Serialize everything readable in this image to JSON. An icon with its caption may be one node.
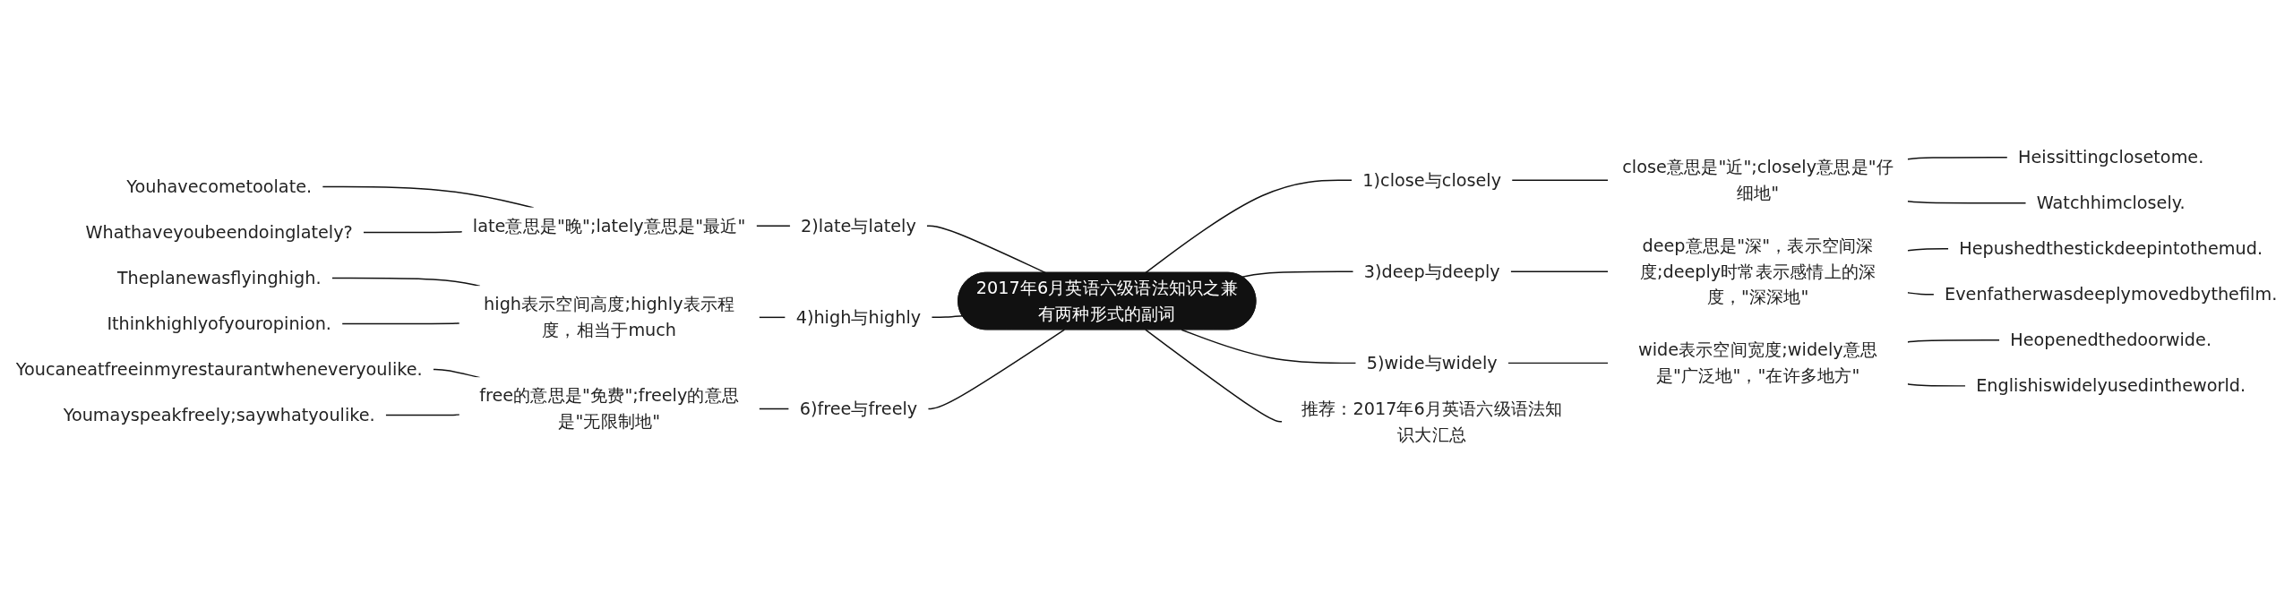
{
  "diagram": {
    "nodes": [
      {
        "text": [
          "2017年6月英语六级语法知识之兼有两种形式的副词"
        ]
      },
      {
        "text": [
          "1)close与closely"
        ]
      },
      {
        "text": [
          "close意思是\"近\";closely意思是\"仔细地\""
        ]
      },
      {
        "text": [
          "Heissittingclosetome."
        ]
      },
      {
        "text": [
          "Watchhimclosely."
        ]
      },
      {
        "text": [
          "2)late与lately"
        ]
      },
      {
        "text": [
          "late意思是\"晚\";lately意思是\"最近\""
        ]
      },
      {
        "text": [
          "Youhavecometoolate."
        ]
      },
      {
        "text": [
          "Whathaveyoubeendoinglately?"
        ]
      },
      {
        "text": [
          "3)deep与deeply"
        ]
      },
      {
        "text": [
          "deep意思是\"深\"，表示空间深度;deeply时常表示感情上的深度，\"深深地\""
        ]
      },
      {
        "text": [
          "Hepushedthestickdeepintothemud."
        ]
      },
      {
        "text": [
          "Evenfatherwasdeeplymovedbythefilm."
        ]
      },
      {
        "text": [
          "4)high与highly"
        ]
      },
      {
        "text": [
          "high表示空间高度;highly表示程度，相当于much"
        ]
      },
      {
        "text": [
          "Theplanewasflyinghigh."
        ]
      },
      {
        "text": [
          "Ithinkhighlyofyouropinion."
        ]
      },
      {
        "text": [
          "5)wide与widely"
        ]
      },
      {
        "text": [
          "wide表示空间宽度;widely意思是\"广泛地\"，\"在许多地方\""
        ]
      },
      {
        "text": [
          "Heopenedthedoorwide."
        ]
      },
      {
        "text": [
          "Englishiswidelyusedintheworld."
        ]
      },
      {
        "text": [
          "6)free与freely"
        ]
      },
      {
        "text": [
          "free的意思是\"免费\";freely的意思是\"无限制地\""
        ]
      },
      {
        "text": [
          "Youcaneatfreeinmyrestaurantwheneveryoulike."
        ]
      },
      {
        "text": [
          "Youmayspeakfreely;saywhatyoulike."
        ]
      },
      {
        "text": [
          "推荐：2017年6月英语六级语法知识大汇总"
        ]
      }
    ],
    "edges": [
      {
        "from": 0,
        "to": 1,
        "arrow": "none"
      },
      {
        "from": 0,
        "to": 5,
        "arrow": "none"
      },
      {
        "from": 0,
        "to": 9,
        "arrow": "none"
      },
      {
        "from": 0,
        "to": 13,
        "arrow": "none"
      },
      {
        "from": 0,
        "to": 17,
        "arrow": "none"
      },
      {
        "from": 0,
        "to": 21,
        "arrow": "none"
      },
      {
        "from": 0,
        "to": 25,
        "arrow": "none"
      },
      {
        "from": 1,
        "to": 2,
        "arrow": "none"
      },
      {
        "from": 2,
        "to": 3,
        "arrow": "none"
      },
      {
        "from": 2,
        "to": 4,
        "arrow": "none"
      },
      {
        "from": 5,
        "to": 6,
        "arrow": "none"
      },
      {
        "from": 6,
        "to": 7,
        "arrow": "none"
      },
      {
        "from": 6,
        "to": 8,
        "arrow": "none"
      },
      {
        "from": 9,
        "to": 10,
        "arrow": "none"
      },
      {
        "from": 10,
        "to": 11,
        "arrow": "none"
      },
      {
        "from": 10,
        "to": 12,
        "arrow": "none"
      },
      {
        "from": 13,
        "to": 14,
        "arrow": "none"
      },
      {
        "from": 14,
        "to": 15,
        "arrow": "none"
      },
      {
        "from": 14,
        "to": 16,
        "arrow": "none"
      },
      {
        "from": 17,
        "to": 18,
        "arrow": "none"
      },
      {
        "from": 18,
        "to": 19,
        "arrow": "none"
      },
      {
        "from": 18,
        "to": 20,
        "arrow": "none"
      },
      {
        "from": 21,
        "to": 22,
        "arrow": "none"
      },
      {
        "from": 22,
        "to": 23,
        "arrow": "none"
      },
      {
        "from": 22,
        "to": 24,
        "arrow": "none"
      }
    ]
  }
}
